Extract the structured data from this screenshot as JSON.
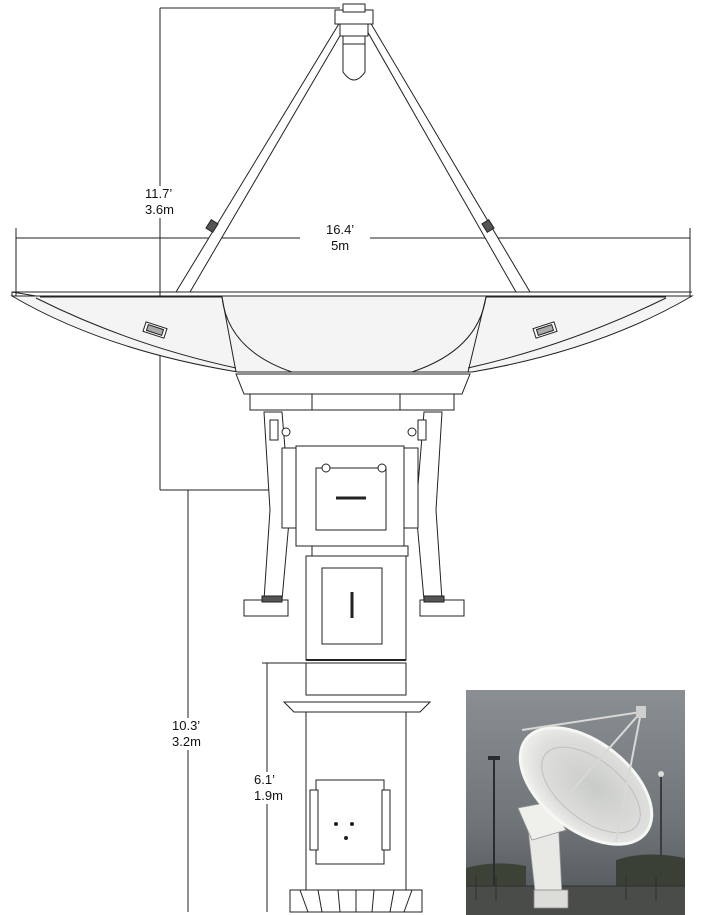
{
  "dimensions": {
    "total_height": {
      "feet": "11.7’",
      "meters": "3.6m"
    },
    "dish_diameter": {
      "feet": "16.4’",
      "meters": "5m"
    },
    "mount_height": {
      "feet": "10.3’",
      "meters": "3.2m"
    },
    "pedestal_height": {
      "feet": "6.1’",
      "meters": "1.9m"
    }
  },
  "colors": {
    "line": "#222222",
    "dish_fill": "#f4f4f4",
    "photo_sky": "#6f7478",
    "photo_dish": "#e9e9e6"
  }
}
